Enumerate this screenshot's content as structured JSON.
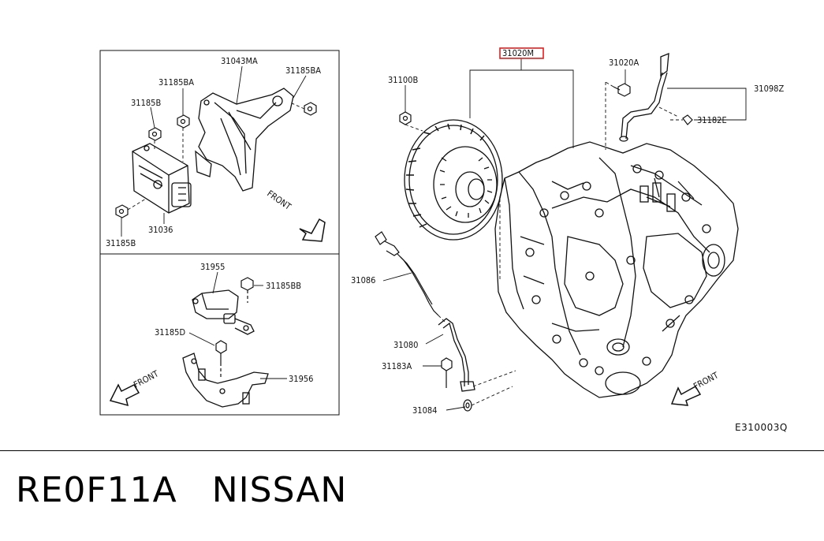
{
  "labels": {
    "p31043MA": "31043MA",
    "p31185BA_a": "31185BA",
    "p31185BA_b": "31185BA",
    "p31185B_a": "31185B",
    "p31185B_b": "31185B",
    "p31036": "31036",
    "p31955": "31955",
    "p31185BB": "31185BB",
    "p31185D": "31185D",
    "p31956": "31956",
    "p31100B": "31100B",
    "p31020M": "31020M",
    "p31020A": "31020A",
    "p31098Z": "31098Z",
    "p31182E": "31182E",
    "p31086": "31086",
    "p31080": "31080",
    "p31183A": "31183A",
    "p31084": "31084"
  },
  "front_labels": [
    "FRONT",
    "FRONT",
    "FRONT"
  ],
  "diagram_code": "E310003Q",
  "title": {
    "model": "RE0F11A",
    "brand": "NISSAN"
  },
  "colors": {
    "highlight_box": "#e02020",
    "line": "#111111"
  }
}
